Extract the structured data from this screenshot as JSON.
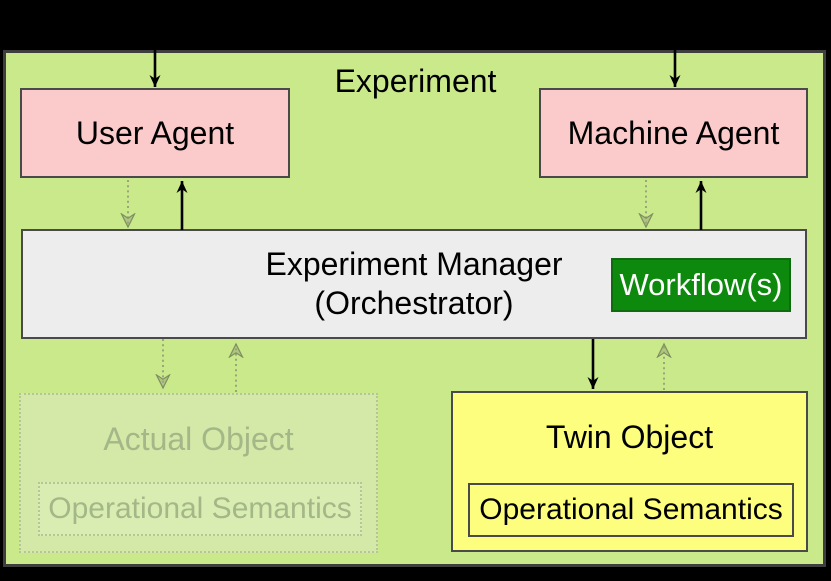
{
  "diagram": {
    "title": "Experiment",
    "nodes": {
      "user_agent": {
        "label": "User Agent"
      },
      "machine_agent": {
        "label": "Machine Agent"
      },
      "experiment_manager": {
        "label_line1": "Experiment Manager",
        "label_line2": "(Orchestrator)"
      },
      "workflow": {
        "label": "Workflow(s)"
      },
      "actual_object": {
        "label": "Actual Object",
        "inner_label": "Operational Semantics"
      },
      "twin_object": {
        "label": "Twin Object",
        "inner_label": "Operational Semantics"
      }
    },
    "colors": {
      "background": "#000000",
      "container_fill": "#c9e98b",
      "container_border": "#3e3e3e",
      "node_border": "#4a4a4a",
      "agent_fill": "#fbcaca",
      "manager_fill": "#ededed",
      "workflow_fill": "#0d8a0d",
      "workflow_border": "#0f6b0f",
      "workflow_text": "#ffffff",
      "twin_fill": "#fdfd7e",
      "faded_fill": "#d4e9a7",
      "faded_inner_fill": "#d9edb2",
      "faded_border": "#b6c597",
      "faded_text": "#a3b788",
      "arrow_solid": "#000000",
      "arrow_faded": "#97a67b"
    }
  }
}
